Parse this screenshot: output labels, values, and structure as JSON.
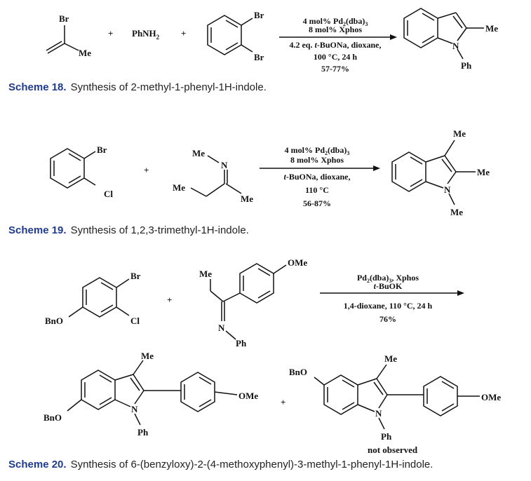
{
  "scheme18": {
    "caption_label": "Scheme 18.",
    "caption_text": "Synthesis of 2-methyl-1-phenyl-1H-indole.",
    "reagents": {
      "br": "Br",
      "me": "Me",
      "amine": "PhNH",
      "amine_sub": "2",
      "br1": "Br",
      "br2": "Br",
      "plus": "+"
    },
    "conditions": {
      "line1_a": "4 mol% Pd",
      "line1_sub1": "2",
      "line1_b": "(dba)",
      "line1_sub2": "3",
      "line2": "8 mol% Xphos",
      "line3_a": "4.2 eq. ",
      "line3_italic": "t",
      "line3_b": "-BuONa, dioxane,",
      "line4": "100 °C, 24 h",
      "line5": "57-77%"
    },
    "product": {
      "me": "Me",
      "n": "N",
      "ph": "Ph"
    }
  },
  "scheme19": {
    "caption_label": "Scheme 19.",
    "caption_text": "Synthesis of 1,2,3-trimethyl-1H-indole.",
    "reagents": {
      "br": "Br",
      "cl": "Cl",
      "plus": "+",
      "me_n": "Me",
      "n": "N",
      "me_left": "Me",
      "me_right": "Me"
    },
    "conditions": {
      "line1_a": "4 mol% Pd",
      "line1_sub1": "2",
      "line1_b": "(dba)",
      "line1_sub2": "3",
      "line2": "8 mol% Xphos",
      "line3_italic": "t",
      "line3_b": "-BuONa, dioxane,",
      "line4": "110 °C",
      "line5": "56-87%"
    },
    "product": {
      "me_top": "Me",
      "me_right": "Me",
      "n": "N",
      "me_n": "Me"
    }
  },
  "scheme20": {
    "caption_label": "Scheme 20.",
    "caption_text": "Synthesis of 6-(benzyloxy)-2-(4-methoxyphenyl)-3-methyl-1-phenyl-1H-indole.",
    "reagents": {
      "br": "Br",
      "cl": "Cl",
      "bno": "BnO",
      "plus": "+",
      "me": "Me",
      "ome": "OMe",
      "n": "N",
      "ph": "Ph"
    },
    "conditions": {
      "line1_a": "Pd",
      "line1_sub1": "2",
      "line1_b": "(dba)",
      "line1_sub2": "3",
      "line1_c": ", Xphos",
      "line2_italic": "t",
      "line2_b": "-BuOK",
      "line3": "1,4-dioxane, 110 °C, 24 h",
      "line4": "76%"
    },
    "product1": {
      "me": "Me",
      "ome": "OMe",
      "bno": "BnO",
      "n": "N",
      "ph": "Ph"
    },
    "plus2": "+",
    "product2": {
      "me": "Me",
      "ome": "OMe",
      "bno": "BnO",
      "n": "N",
      "ph": "Ph",
      "note": "not observed"
    }
  }
}
